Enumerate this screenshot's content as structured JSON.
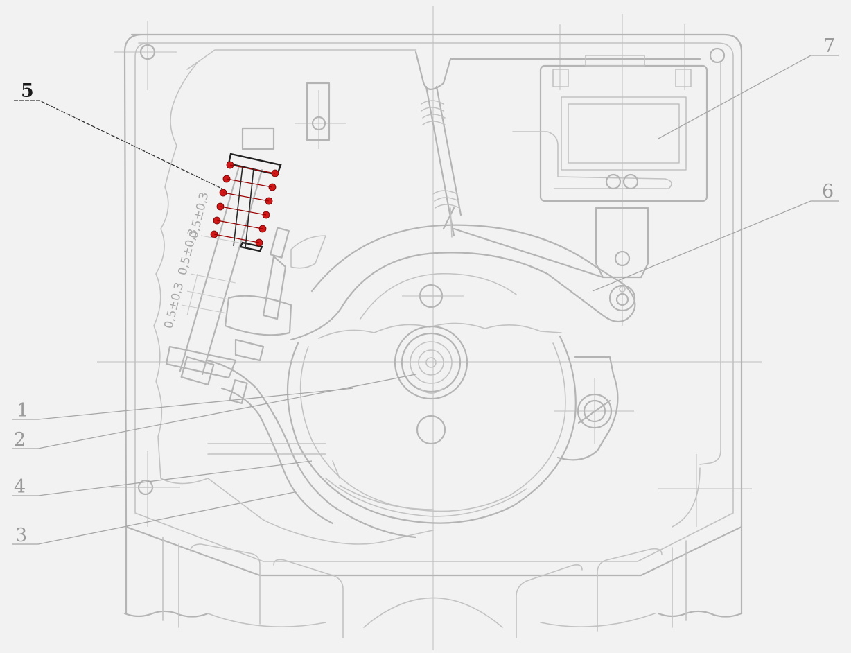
{
  "callouts": {
    "c1": "1",
    "c2": "2",
    "c3": "3",
    "c4": "4",
    "c5": "5",
    "c6": "6",
    "c7": "7"
  },
  "dimensions": {
    "d1": "0,5±0,3",
    "d2": "0,5±0,3",
    "d3": "0,5±0,3"
  },
  "colors": {
    "highlight_spring": "#d11818",
    "line_gray": "#b4b4b4",
    "background": "#f2f2f2"
  }
}
